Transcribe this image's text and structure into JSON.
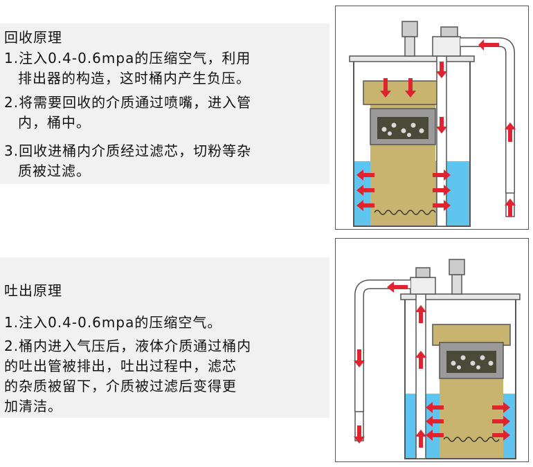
{
  "recovery": {
    "title": "回收原理",
    "steps": [
      {
        "lines": [
          "1.注入0.4-0.6mpa的压缩空气，利用",
          "排出器的构造，这时桶内产生负压。"
        ]
      },
      {
        "lines": [
          "2.将需要回收的介质通过喷嘴，进入管",
          "内，桶中。"
        ]
      },
      {
        "lines": [
          "3.回收进桶内介质经过滤芯，切粉等杂",
          "质被过滤。"
        ]
      }
    ]
  },
  "discharge": {
    "title": "吐出原理",
    "steps": [
      {
        "lines": [
          "1.注入0.4-0.6mpa的压缩空气。"
        ]
      },
      {
        "lines": [
          "2.桶内进入气压后，液体介质通过桶内",
          "的吐出管被排出，吐出过程中，滤芯",
          "的杂质被留下，介质被过滤后变得更",
          "加清洁。"
        ]
      }
    ]
  },
  "colors": {
    "arrow": "#e0232e",
    "liquid": "#5fc4ee",
    "filter_media": "#c8b46e",
    "tank_outline": "#555555",
    "panel_bg": "#f1f1f1"
  }
}
